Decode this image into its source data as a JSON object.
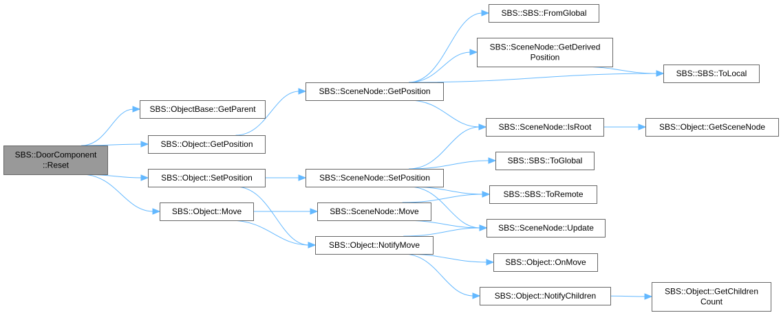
{
  "diagram": {
    "nodes": [
      {
        "id": "reset",
        "lines": [
          "SBS::DoorComponent",
          "::Reset"
        ],
        "root": true
      },
      {
        "id": "getparent",
        "lines": [
          "SBS::ObjectBase::GetParent"
        ]
      },
      {
        "id": "obj_getpos",
        "lines": [
          "SBS::Object::GetPosition"
        ]
      },
      {
        "id": "obj_setpos",
        "lines": [
          "SBS::Object::SetPosition"
        ]
      },
      {
        "id": "obj_move",
        "lines": [
          "SBS::Object::Move"
        ]
      },
      {
        "id": "sn_getpos",
        "lines": [
          "SBS::SceneNode::GetPosition"
        ]
      },
      {
        "id": "sn_setpos",
        "lines": [
          "SBS::SceneNode::SetPosition"
        ]
      },
      {
        "id": "sn_move",
        "lines": [
          "SBS::SceneNode::Move"
        ]
      },
      {
        "id": "notifymove",
        "lines": [
          "SBS::Object::NotifyMove"
        ]
      },
      {
        "id": "fromglobal",
        "lines": [
          "SBS::SBS::FromGlobal"
        ]
      },
      {
        "id": "getderived",
        "lines": [
          "SBS::SceneNode::GetDerived",
          "Position"
        ]
      },
      {
        "id": "isroot",
        "lines": [
          "SBS::SceneNode::IsRoot"
        ]
      },
      {
        "id": "toglobal",
        "lines": [
          "SBS::SBS::ToGlobal"
        ]
      },
      {
        "id": "toremote",
        "lines": [
          "SBS::SBS::ToRemote"
        ]
      },
      {
        "id": "update",
        "lines": [
          "SBS::SceneNode::Update"
        ]
      },
      {
        "id": "onmove",
        "lines": [
          "SBS::Object::OnMove"
        ]
      },
      {
        "id": "notifychildren",
        "lines": [
          "SBS::Object::NotifyChildren"
        ]
      },
      {
        "id": "tolocal",
        "lines": [
          "SBS::SBS::ToLocal"
        ]
      },
      {
        "id": "getscenenode",
        "lines": [
          "SBS::Object::GetSceneNode"
        ]
      },
      {
        "id": "getchildrencount",
        "lines": [
          "SBS::Object::GetChildren",
          "Count"
        ]
      }
    ],
    "edges": [
      [
        "reset",
        "getparent"
      ],
      [
        "reset",
        "obj_getpos"
      ],
      [
        "reset",
        "obj_setpos"
      ],
      [
        "reset",
        "obj_move"
      ],
      [
        "obj_getpos",
        "sn_getpos"
      ],
      [
        "obj_setpos",
        "sn_setpos"
      ],
      [
        "obj_setpos",
        "notifymove"
      ],
      [
        "obj_move",
        "sn_move"
      ],
      [
        "obj_move",
        "notifymove"
      ],
      [
        "sn_getpos",
        "fromglobal"
      ],
      [
        "sn_getpos",
        "getderived"
      ],
      [
        "sn_getpos",
        "tolocal"
      ],
      [
        "sn_getpos",
        "isroot"
      ],
      [
        "getderived",
        "tolocal"
      ],
      [
        "isroot",
        "getscenenode"
      ],
      [
        "sn_setpos",
        "isroot"
      ],
      [
        "sn_setpos",
        "toglobal"
      ],
      [
        "sn_setpos",
        "toremote"
      ],
      [
        "sn_setpos",
        "update"
      ],
      [
        "sn_move",
        "toremote"
      ],
      [
        "sn_move",
        "update"
      ],
      [
        "notifymove",
        "update"
      ],
      [
        "notifymove",
        "onmove"
      ],
      [
        "notifymove",
        "notifychildren"
      ],
      [
        "notifychildren",
        "getchildrencount"
      ]
    ]
  }
}
